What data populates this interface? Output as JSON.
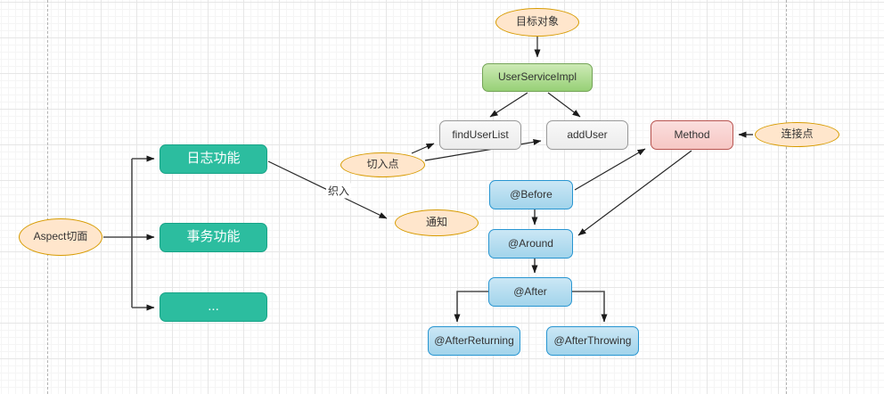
{
  "diagram": {
    "nodes": {
      "target_object": {
        "label": "目标对象",
        "shape": "ellipse"
      },
      "user_service_impl": {
        "label": "UserServiceImpl",
        "shape": "rect-green"
      },
      "find_user_list": {
        "label": "findUserList",
        "shape": "rect-gray"
      },
      "add_user": {
        "label": "addUser",
        "shape": "rect-gray"
      },
      "method": {
        "label": "Method",
        "shape": "rect-pink"
      },
      "join_point": {
        "label": "连接点",
        "shape": "ellipse"
      },
      "point_cut": {
        "label": "切入点",
        "shape": "ellipse"
      },
      "notice": {
        "label": "通知",
        "shape": "ellipse"
      },
      "aspect": {
        "label": "Aspect切面",
        "shape": "ellipse"
      },
      "log_function": {
        "label": "日志功能",
        "shape": "rect-teal"
      },
      "transaction_function": {
        "label": "事务功能",
        "shape": "rect-teal"
      },
      "more": {
        "label": "...",
        "shape": "rect-teal"
      },
      "before": {
        "label": "@Before",
        "shape": "rect-blue"
      },
      "around": {
        "label": "@Around",
        "shape": "rect-blue"
      },
      "after": {
        "label": "@After",
        "shape": "rect-blue"
      },
      "after_returning": {
        "label": "@AfterReturning",
        "shape": "rect-blue"
      },
      "after_throwing": {
        "label": "@AfterThrowing",
        "shape": "rect-blue"
      }
    },
    "edge_labels": {
      "weave": "织入"
    },
    "edges": [
      {
        "from": "目标对象",
        "to": "UserServiceImpl"
      },
      {
        "from": "UserServiceImpl",
        "to": "findUserList"
      },
      {
        "from": "UserServiceImpl",
        "to": "addUser"
      },
      {
        "from": "切入点",
        "to": "findUserList"
      },
      {
        "from": "切入点",
        "to": "addUser"
      },
      {
        "from": "连接点",
        "to": "Method"
      },
      {
        "from": "@Before",
        "to": "Method"
      },
      {
        "from": "Method",
        "to": "@Around"
      },
      {
        "from": "@Before",
        "to": "@Around"
      },
      {
        "from": "@Around",
        "to": "@After"
      },
      {
        "from": "@After",
        "to": "@AfterReturning"
      },
      {
        "from": "@After",
        "to": "@AfterThrowing"
      },
      {
        "from": "Aspect切面",
        "to": "日志功能"
      },
      {
        "from": "Aspect切面",
        "to": "事务功能"
      },
      {
        "from": "Aspect切面",
        "to": "..."
      },
      {
        "from": "日志功能",
        "to": "通知",
        "label": "织入"
      }
    ],
    "colors": {
      "ellipse_fill": "#ffe6cc",
      "ellipse_border": "#d79b00",
      "green_fill": "#97d077",
      "green_border": "#74a457",
      "teal_fill": "#2cbd9f",
      "teal_border": "#18a387",
      "gray_fill": "#f2f2f2",
      "gray_border": "#999999",
      "pink_fill": "#f8cecc",
      "pink_border": "#b85450",
      "blue_fill": "#a2d4eb",
      "blue_border": "#2795d1",
      "edge_stroke": "#4d4d4d",
      "grid_line": "#e6e6e6"
    }
  }
}
